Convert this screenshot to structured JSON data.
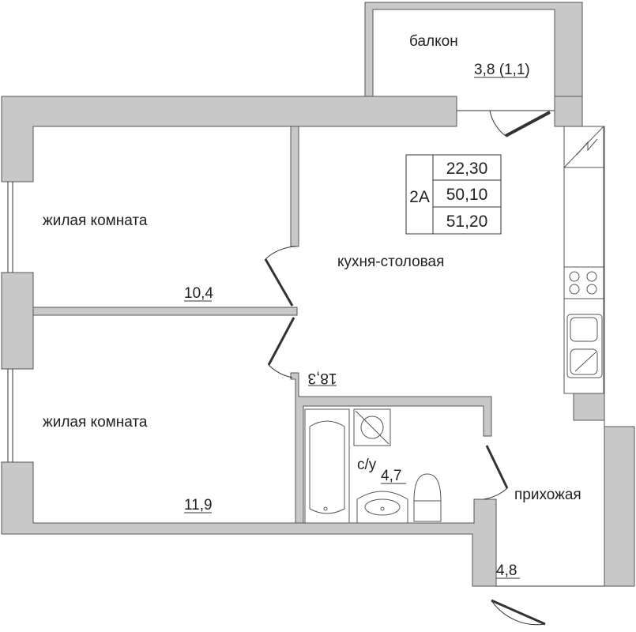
{
  "rooms": {
    "balcony": {
      "label": "балкон",
      "area": "3,8 (1,1)"
    },
    "room1": {
      "label": "жилая комната",
      "area": "10,4"
    },
    "room2": {
      "label": "жилая комната",
      "area": "11,9"
    },
    "kitchen": {
      "label": "кухня-столовая",
      "area": "18,3"
    },
    "bathroom": {
      "label": "с/у",
      "area": "4,7"
    },
    "hall": {
      "label": "прихожая",
      "area": "4,8"
    }
  },
  "apartment": {
    "type": "2А",
    "living_area": "22,30",
    "total_area": "50,10",
    "total_with_balcony": "51,20"
  },
  "colors": {
    "wall": "#c8c8c8",
    "wall_stroke": "#555555",
    "line": "#333333"
  }
}
